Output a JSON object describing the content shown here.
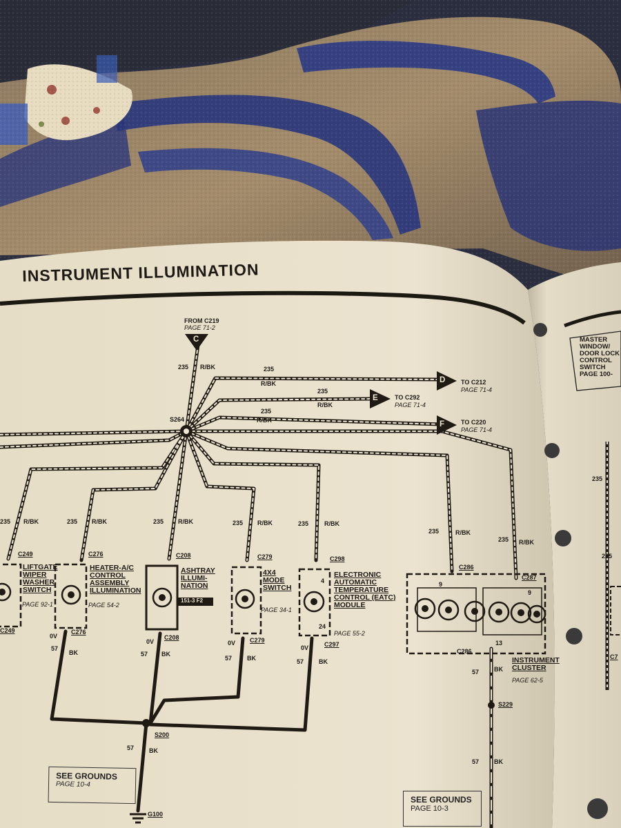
{
  "page": {
    "title": "INSTRUMENT ILLUMINATION",
    "source_connector": {
      "letter": "C",
      "label": "FROM C219",
      "page": "PAGE 71-2"
    },
    "splice_main": "S264",
    "outputs": [
      {
        "letter": "D",
        "to": "TO C212",
        "page": "PAGE 71-4"
      },
      {
        "letter": "E",
        "to": "TO C292",
        "page": "PAGE 71-4"
      },
      {
        "letter": "F",
        "to": "TO C220",
        "page": "PAGE 71-4"
      }
    ],
    "wire_id": "235",
    "wire_color": "R/BK",
    "ground_id": "57",
    "ground_color": "BK",
    "components": [
      {
        "conn_top": "C249",
        "conn_bot": "C249",
        "name": "LIFTGATE WIPER WASHER SWITCH",
        "page": "PAGE 92-1"
      },
      {
        "conn_top": "C276",
        "conn_bot": "C276",
        "name": "HEATER-A/C CONTROL ASSEMBLY ILLUMINATION",
        "page": "PAGE 54-2"
      },
      {
        "conn_top": "C208",
        "conn_bot": "C208",
        "name": "ASHTRAY ILLUMI-NATION",
        "page": "151-3 F2"
      },
      {
        "conn_top": "C279",
        "conn_bot": "C279",
        "name": "4X4 MODE SWITCH",
        "page": "PAGE 34-1"
      },
      {
        "conn_top": "C298",
        "conn_bot": "C297",
        "name": "ELECTRONIC AUTOMATIC TEMPERATURE CONTROL (EATC) MODULE",
        "page": "PAGE 55-2"
      },
      {
        "conn_top": "C286",
        "conn_top2": "C287",
        "conn_bot": "C286",
        "name": "INSTRUMENT CLUSTER",
        "page": "PAGE 62-5"
      }
    ],
    "pins": {
      "p4": "4",
      "p24": "24",
      "p9a": "9",
      "p9b": "9",
      "p13": "13"
    },
    "voltage": "0V",
    "splice_ground": "S200",
    "splice_cluster": "S229",
    "ground_ref": "SEE GROUNDS",
    "ground_pages": [
      "PAGE 10-4",
      "PAGE 10-3"
    ],
    "ground_point": "G100",
    "right_page_box": "MASTER WINDOW/ DOOR LOCK CONTROL SWITCH PAGE 100-",
    "right_page_bottom_conn": "C7",
    "colors": {
      "paper": "#eae2cd",
      "ink": "#1f1a14",
      "blanket_blue": "#2d3a7c",
      "blanket_tan": "#9a8463"
    }
  }
}
